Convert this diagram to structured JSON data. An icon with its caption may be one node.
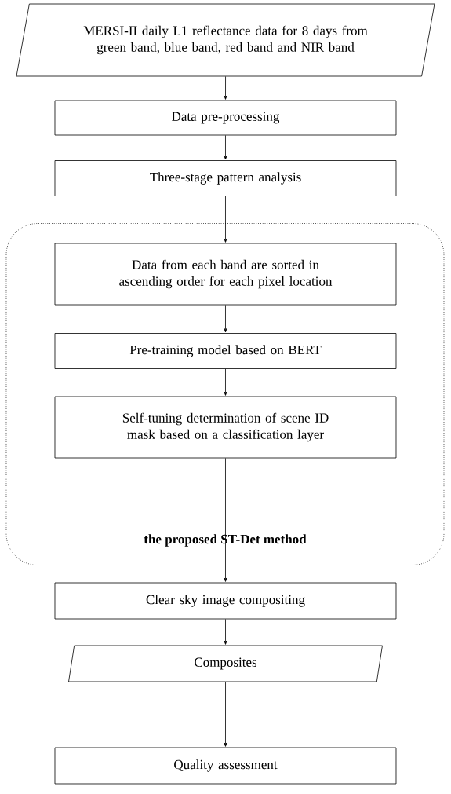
{
  "diagram": {
    "nodes": [
      {
        "text": [
          "MERSI-II daily L1 reflectance data for 8 days from green band, blue band, red band and NIR band"
        ]
      },
      {
        "text": [
          "Data pre-processing"
        ]
      },
      {
        "text": [
          "Three-stage pattern analysis"
        ]
      },
      {
        "text": [
          "the proposed ST-Det method"
        ]
      },
      {
        "text": [
          "Data from each band are sorted in ascending order for each pixel location"
        ],
        "in": 3
      },
      {
        "text": [
          "Pre-training model based on BERT"
        ],
        "in": 3
      },
      {
        "text": [
          "Self-tuning determination of scene ID mask based on a classification layer"
        ],
        "in": 3
      },
      {
        "text": [
          "Clear sky image compositing"
        ]
      },
      {
        "text": [
          "Composites"
        ]
      },
      {
        "text": [
          "Quality assessment"
        ]
      }
    ],
    "edges": [
      {
        "from": 0,
        "to": 1,
        "arrow": "to"
      },
      {
        "from": 1,
        "to": 2,
        "arrow": "to"
      },
      {
        "from": 2,
        "to": 4,
        "arrow": "to"
      },
      {
        "from": 4,
        "to": 5,
        "arrow": "to"
      },
      {
        "from": 5,
        "to": 6,
        "arrow": "to"
      },
      {
        "from": 6,
        "to": 7,
        "arrow": "to"
      },
      {
        "from": 7,
        "to": 8,
        "arrow": "to"
      },
      {
        "from": 8,
        "to": 9,
        "arrow": "to"
      }
    ]
  }
}
